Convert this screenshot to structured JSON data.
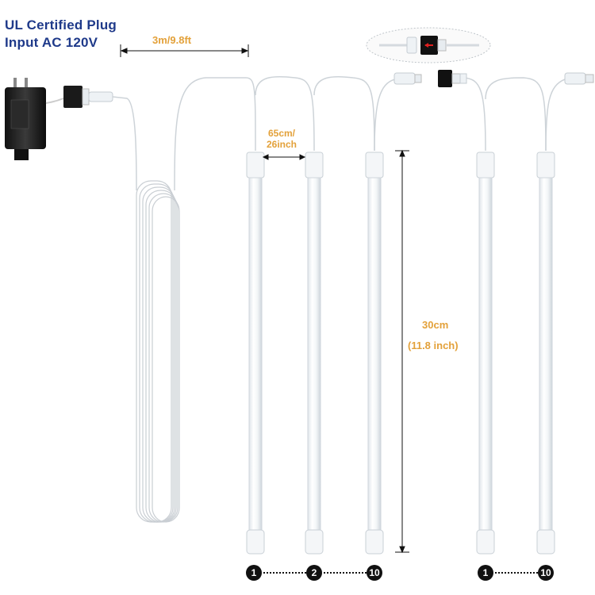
{
  "title_lines": [
    "UL Certified Plug",
    "Input AC 120V"
  ],
  "dimensions": {
    "cable_length": "3m/9.8ft",
    "tube_spacing": [
      "65cm/",
      "26inch"
    ],
    "tube_height": [
      "30cm",
      "(11.8 inch)"
    ]
  },
  "tube_numbers": {
    "group_a": [
      "1",
      "2",
      "10"
    ],
    "group_b": [
      "1",
      "10"
    ]
  },
  "colors": {
    "title": "#1f3a8a",
    "dimension": "#e3a13a",
    "tube": "#eef2f6",
    "badge": "#111111"
  }
}
